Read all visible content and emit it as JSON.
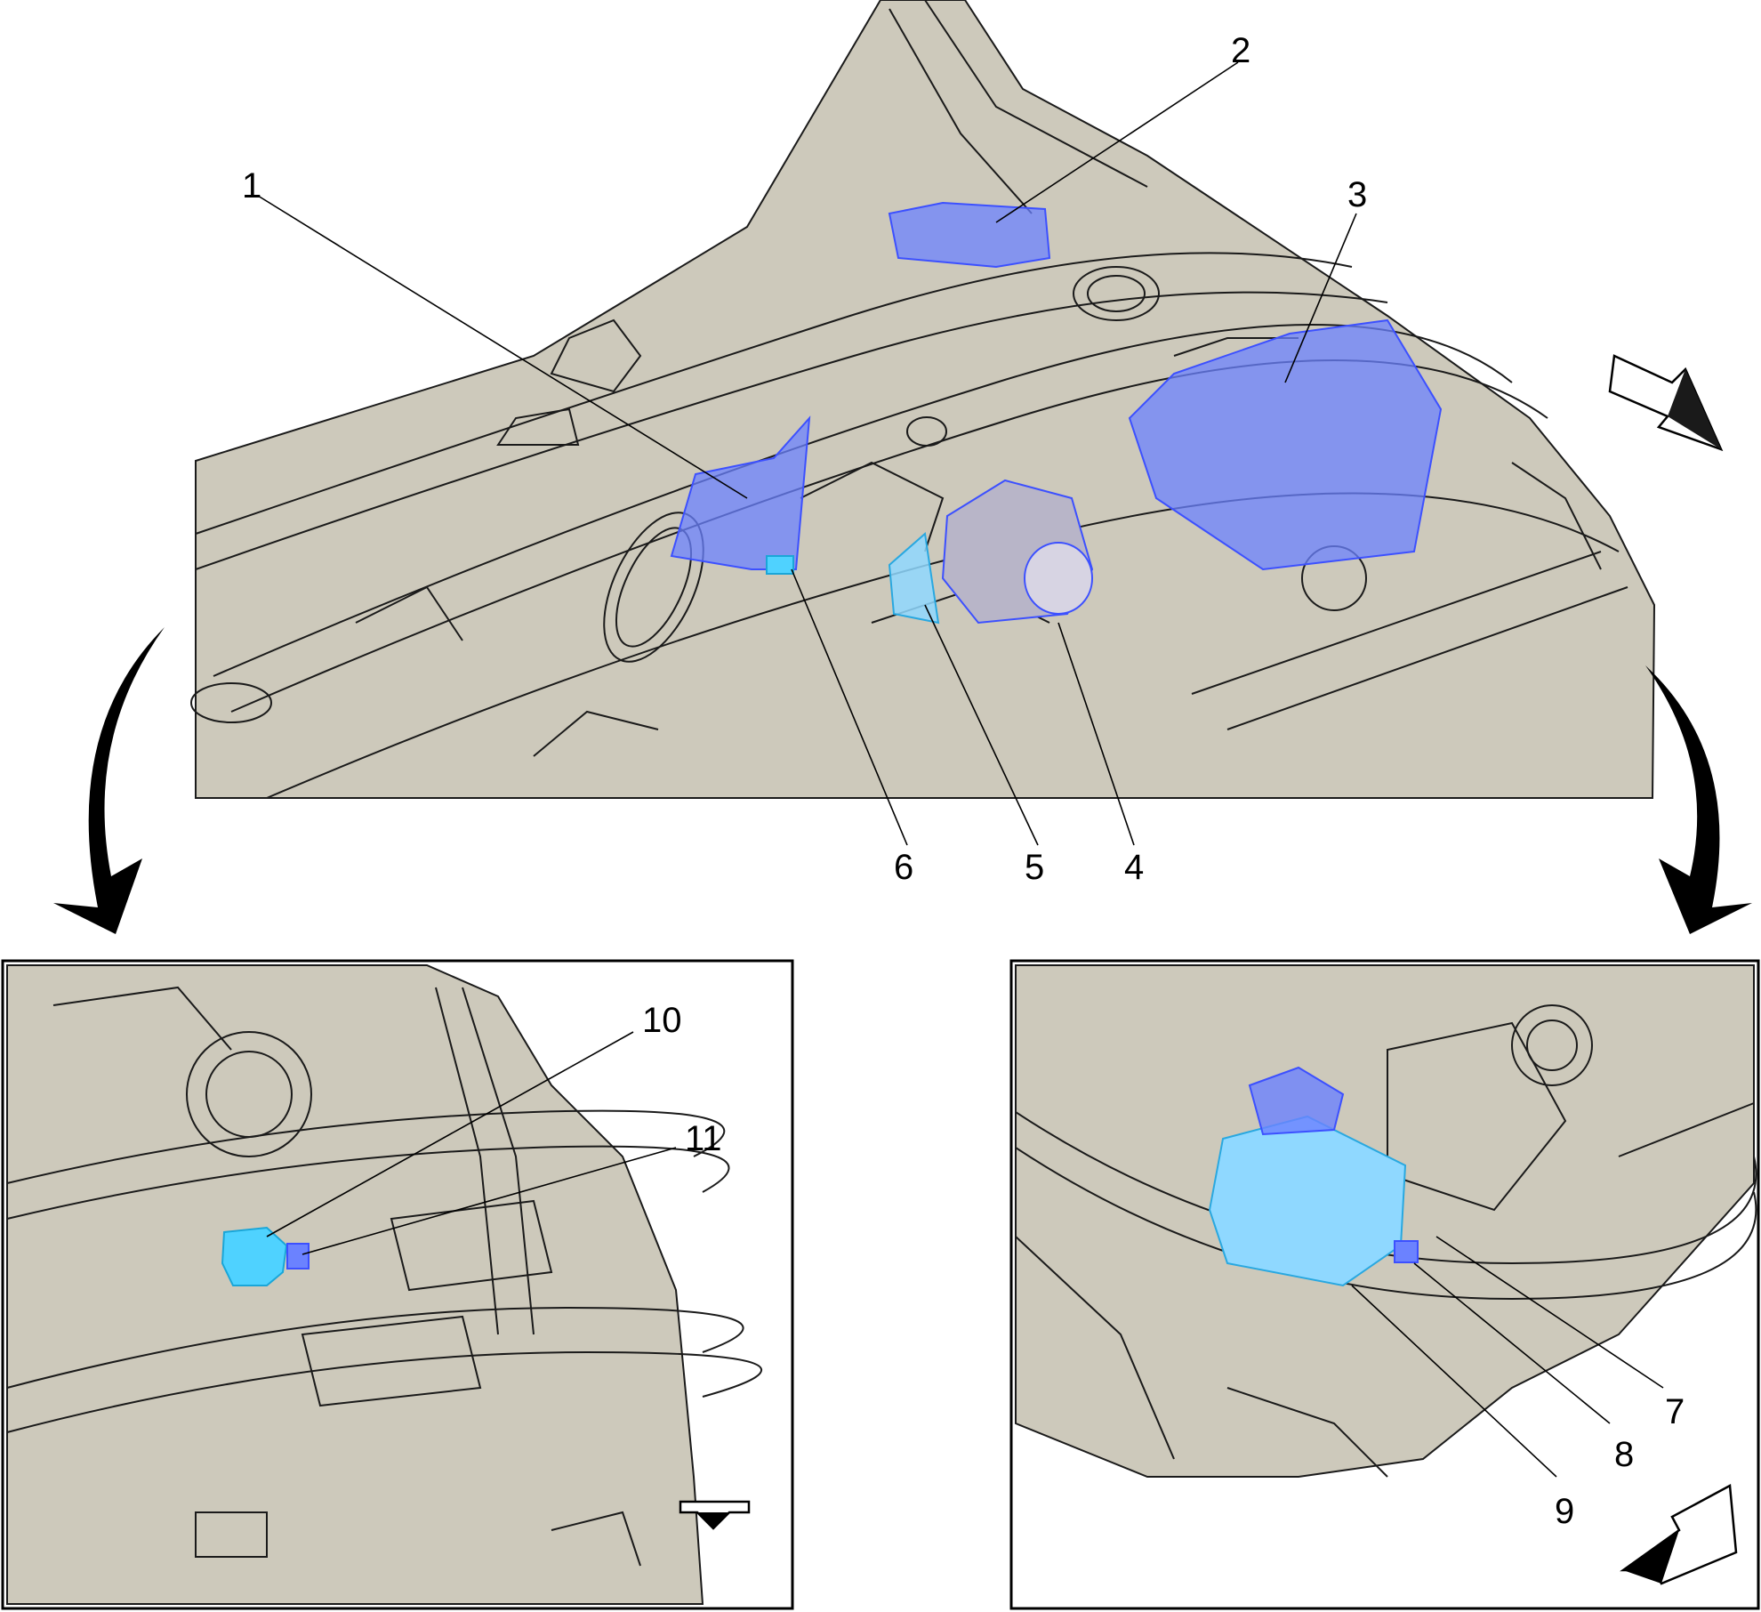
{
  "colors": {
    "background": "#ffffff",
    "body_fill": "#cdc9bb",
    "line_work": "#1a1a1a",
    "highlight_blue": "#6b82ff",
    "highlight_cyan": "#4fd2ff",
    "frame_border": "#000000"
  },
  "callouts": {
    "n1": "1",
    "n2": "2",
    "n3": "3",
    "n4": "4",
    "n5": "5",
    "n6": "6",
    "n7": "7",
    "n8": "8",
    "n9": "9",
    "n10": "10",
    "n11": "11"
  },
  "views": {
    "main": "engine-compartment-overview",
    "detail_left": "left-detail-view",
    "detail_right": "right-detail-view"
  },
  "icons": {
    "view_arrow_main": "view-direction-arrow",
    "view_arrow_left": "view-direction-arrow",
    "view_arrow_right": "view-direction-arrow",
    "curved_arrow_left": "curved-arrow-left",
    "curved_arrow_right": "curved-arrow-right"
  }
}
